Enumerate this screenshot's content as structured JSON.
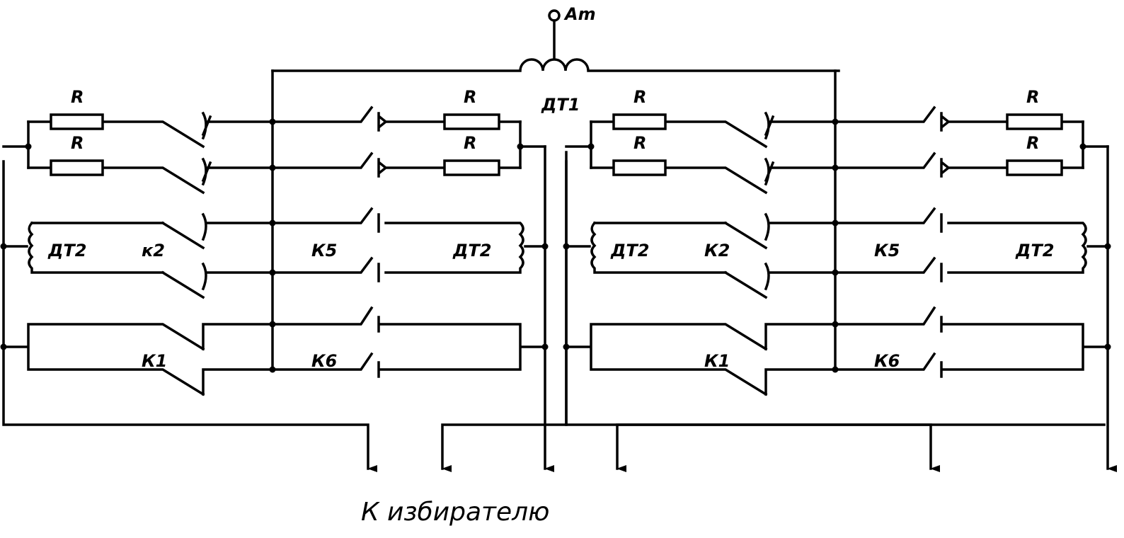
{
  "title": "Переключающее устройство",
  "terminal_label": "Am",
  "transformer_label": "ДТ1",
  "caption": "К избирателю",
  "halves": [
    {
      "r_top": "R",
      "r_bottom": "R",
      "coil_left": "ДТ2",
      "coil_right": "ДТ2",
      "k2": "к2",
      "k5": "К5",
      "k1": "К1",
      "k6": "К6"
    },
    {
      "r_top": "R",
      "r_bottom": "R",
      "coil_left": "ДТ2",
      "coil_right": "ДТ2",
      "k2": "К2",
      "k5": "К5",
      "k1": "К1",
      "k6": "К6"
    }
  ]
}
